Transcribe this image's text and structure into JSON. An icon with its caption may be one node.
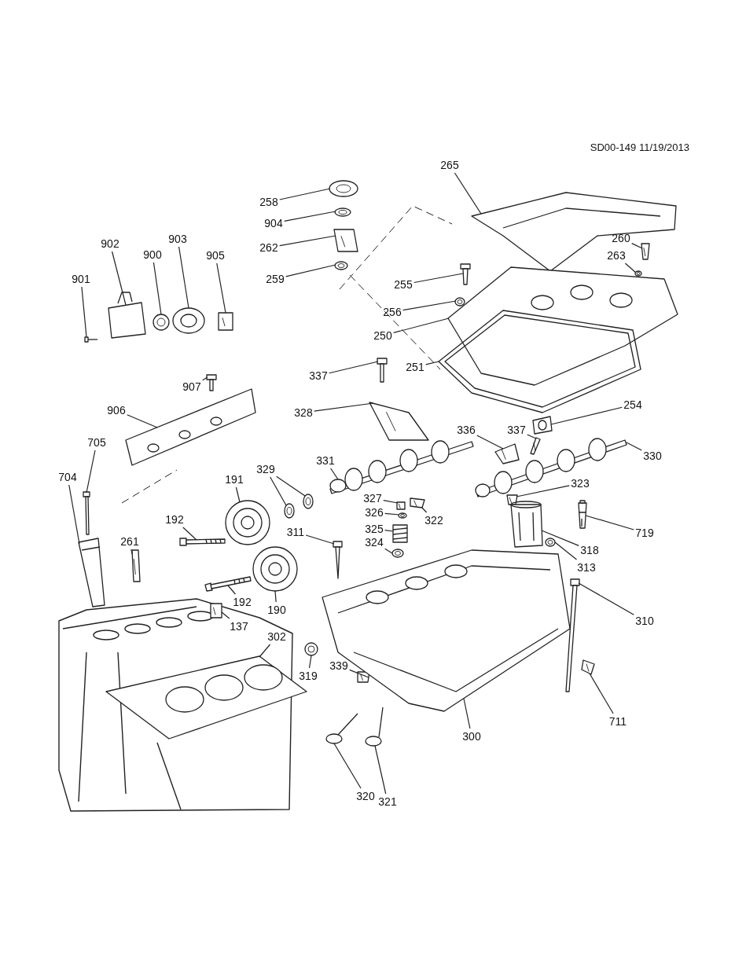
{
  "diagram": {
    "nodes": [
      {
        "text": [
          "265"
        ]
      },
      {
        "text": [
          "258"
        ]
      },
      {
        "text": [
          "904"
        ]
      },
      {
        "text": [
          "260"
        ]
      },
      {
        "text": [
          "902"
        ]
      },
      {
        "text": [
          "903"
        ]
      },
      {
        "text": [
          "262"
        ]
      },
      {
        "text": [
          "900"
        ]
      },
      {
        "text": [
          "905"
        ]
      },
      {
        "text": [
          "263"
        ]
      },
      {
        "text": [
          "901"
        ]
      },
      {
        "text": [
          "259"
        ]
      },
      {
        "text": [
          "255"
        ]
      },
      {
        "text": [
          "256"
        ]
      },
      {
        "text": [
          "250"
        ]
      },
      {
        "text": [
          "251"
        ]
      },
      {
        "text": [
          "337"
        ]
      },
      {
        "text": [
          "907"
        ]
      },
      {
        "text": [
          "254"
        ]
      },
      {
        "text": [
          "906"
        ]
      },
      {
        "text": [
          "328"
        ]
      },
      {
        "text": [
          "336"
        ]
      },
      {
        "text": [
          "337"
        ]
      },
      {
        "text": [
          "705"
        ]
      },
      {
        "text": [
          "330"
        ]
      },
      {
        "text": [
          "331"
        ]
      },
      {
        "text": [
          "329"
        ]
      },
      {
        "text": [
          "704"
        ]
      },
      {
        "text": [
          "191"
        ]
      },
      {
        "text": [
          "323"
        ]
      },
      {
        "text": [
          "327"
        ]
      },
      {
        "text": [
          "326"
        ]
      },
      {
        "text": [
          "322"
        ]
      },
      {
        "text": [
          "192"
        ]
      },
      {
        "text": [
          "325"
        ]
      },
      {
        "text": [
          "311"
        ]
      },
      {
        "text": [
          "719"
        ]
      },
      {
        "text": [
          "261"
        ]
      },
      {
        "text": [
          "324"
        ]
      },
      {
        "text": [
          "318"
        ]
      },
      {
        "text": [
          "313"
        ]
      },
      {
        "text": [
          "192"
        ]
      },
      {
        "text": [
          "190"
        ]
      },
      {
        "text": [
          "310"
        ]
      },
      {
        "text": [
          "137"
        ]
      },
      {
        "text": [
          "302"
        ]
      },
      {
        "text": [
          "339"
        ]
      },
      {
        "text": [
          "319"
        ]
      },
      {
        "text": [
          "711"
        ]
      },
      {
        "text": [
          "300"
        ]
      },
      {
        "text": [
          "320"
        ]
      },
      {
        "text": [
          "321"
        ]
      },
      {
        "text": [],
        "shape": "picture"
      },
      {
        "text": [],
        "shape": "picture"
      },
      {
        "text": [],
        "shape": "picture"
      },
      {
        "text": [],
        "shape": "picture"
      },
      {
        "text": [],
        "shape": "picture"
      },
      {
        "text": [],
        "shape": "picture"
      },
      {
        "text": [],
        "shape": "picture"
      },
      {
        "text": [],
        "shape": "picture"
      },
      {
        "text": [],
        "shape": "picture"
      },
      {
        "text": [],
        "shape": "picture"
      },
      {
        "text": [],
        "shape": "picture"
      },
      {
        "text": [],
        "shape": "picture"
      },
      {
        "text": [],
        "shape": "picture"
      },
      {
        "text": [],
        "shape": "picture"
      },
      {
        "text": [],
        "shape": "picture"
      },
      {
        "text": [],
        "shape": "picture"
      },
      {
        "text": [],
        "shape": "picture"
      },
      {
        "text": [],
        "shape": "picture"
      },
      {
        "text": [],
        "shape": "picture"
      },
      {
        "text": [],
        "shape": "picture"
      },
      {
        "text": [],
        "shape": "picture"
      },
      {
        "text": [],
        "shape": "picture"
      },
      {
        "text": [],
        "shape": "picture"
      },
      {
        "text": [],
        "shape": "picture"
      },
      {
        "text": [],
        "shape": "picture"
      },
      {
        "text": [],
        "shape": "picture"
      },
      {
        "text": [],
        "shape": "picture"
      },
      {
        "text": [],
        "shape": "picture"
      },
      {
        "text": [],
        "shape": "picture"
      },
      {
        "text": [],
        "shape": "picture"
      },
      {
        "text": [],
        "shape": "picture"
      },
      {
        "text": [],
        "shape": "picture"
      },
      {
        "text": [],
        "shape": "picture"
      },
      {
        "text": [],
        "shape": "picture"
      },
      {
        "text": [],
        "shape": "picture"
      },
      {
        "text": [],
        "shape": "picture"
      },
      {
        "text": [],
        "shape": "picture"
      },
      {
        "text": [],
        "shape": "picture"
      },
      {
        "text": [],
        "shape": "picture"
      },
      {
        "text": [],
        "shape": "picture"
      },
      {
        "text": [],
        "shape": "picture"
      },
      {
        "text": [],
        "shape": "picture"
      },
      {
        "text": [],
        "shape": "picture"
      },
      {
        "text": [],
        "shape": "picture"
      },
      {
        "text": [],
        "shape": "picture"
      },
      {
        "text": [],
        "shape": "picture"
      },
      {
        "text": [],
        "shape": "picture"
      },
      {
        "text": [],
        "shape": "picture"
      },
      {
        "text": [],
        "shape": "picture"
      },
      {
        "text": [],
        "shape": "picture"
      },
      {
        "text": [],
        "shape": "picture"
      },
      {
        "text": [],
        "shape": "picture"
      },
      {
        "text": [],
        "shape": "picture"
      }
    ],
    "edges": [
      {
        "from": 0,
        "to": 52,
        "arrow": "none"
      },
      {
        "from": 1,
        "to": 53,
        "arrow": "none"
      },
      {
        "from": 2,
        "to": 54,
        "arrow": "none"
      },
      {
        "from": 3,
        "to": 55,
        "arrow": "none"
      },
      {
        "from": 4,
        "to": 56,
        "arrow": "none"
      },
      {
        "from": 5,
        "to": 57,
        "arrow": "none"
      },
      {
        "from": 6,
        "to": 58,
        "arrow": "none"
      },
      {
        "from": 7,
        "to": 59,
        "arrow": "none"
      },
      {
        "from": 8,
        "to": 60,
        "arrow": "none"
      },
      {
        "from": 9,
        "to": 61,
        "arrow": "none"
      },
      {
        "from": 10,
        "to": 62,
        "arrow": "none"
      },
      {
        "from": 11,
        "to": 63,
        "arrow": "none"
      },
      {
        "from": 12,
        "to": 64,
        "arrow": "none"
      },
      {
        "from": 13,
        "to": 65,
        "arrow": "none"
      },
      {
        "from": 14,
        "to": 66,
        "arrow": "none"
      },
      {
        "from": 15,
        "to": 67,
        "arrow": "none"
      },
      {
        "from": 16,
        "to": 68,
        "arrow": "none"
      },
      {
        "from": 17,
        "to": 69,
        "arrow": "none"
      },
      {
        "from": 18,
        "to": 70,
        "arrow": "none"
      },
      {
        "from": 19,
        "to": 71,
        "arrow": "none"
      },
      {
        "from": 20,
        "to": 72,
        "arrow": "none"
      },
      {
        "from": 21,
        "to": 73,
        "arrow": "none"
      },
      {
        "from": 22,
        "to": 74,
        "arrow": "none"
      },
      {
        "from": 23,
        "to": 75,
        "arrow": "none"
      },
      {
        "from": 24,
        "to": 76,
        "arrow": "none"
      },
      {
        "from": 25,
        "to": 77,
        "arrow": "none"
      },
      {
        "from": 26,
        "to": 78,
        "arrow": "none"
      },
      {
        "from": 26,
        "to": 79,
        "arrow": "none"
      },
      {
        "from": 27,
        "to": 80,
        "arrow": "none"
      },
      {
        "from": 28,
        "to": 81,
        "arrow": "none"
      },
      {
        "from": 29,
        "to": 82,
        "arrow": "none"
      },
      {
        "from": 30,
        "to": 83,
        "arrow": "none"
      },
      {
        "from": 31,
        "to": 84,
        "arrow": "none"
      },
      {
        "from": 32,
        "to": 85,
        "arrow": "none"
      },
      {
        "from": 33,
        "to": 86,
        "arrow": "none"
      },
      {
        "from": 34,
        "to": 87,
        "arrow": "none"
      },
      {
        "from": 35,
        "to": 88,
        "arrow": "none"
      },
      {
        "from": 36,
        "to": 89,
        "arrow": "none"
      },
      {
        "from": 37,
        "to": 90,
        "arrow": "none"
      },
      {
        "from": 38,
        "to": 91,
        "arrow": "none"
      },
      {
        "from": 39,
        "to": 92,
        "arrow": "none"
      },
      {
        "from": 40,
        "to": 93,
        "arrow": "none"
      },
      {
        "from": 41,
        "to": 94,
        "arrow": "none"
      },
      {
        "from": 42,
        "to": 95,
        "arrow": "none"
      },
      {
        "from": 43,
        "to": 96,
        "arrow": "none"
      },
      {
        "from": 44,
        "to": 97,
        "arrow": "none"
      },
      {
        "from": 45,
        "to": 98,
        "arrow": "none"
      },
      {
        "from": 46,
        "to": 99,
        "arrow": "none"
      },
      {
        "from": 47,
        "to": 100,
        "arrow": "none"
      },
      {
        "from": 48,
        "to": 101,
        "arrow": "none"
      },
      {
        "from": 49,
        "to": 102,
        "arrow": "none"
      },
      {
        "from": 50,
        "to": 103,
        "arrow": "none"
      },
      {
        "from": 51,
        "to": 104,
        "arrow": "none"
      }
    ],
    "labels": [
      "SD00-149 11/19/2013"
    ]
  }
}
